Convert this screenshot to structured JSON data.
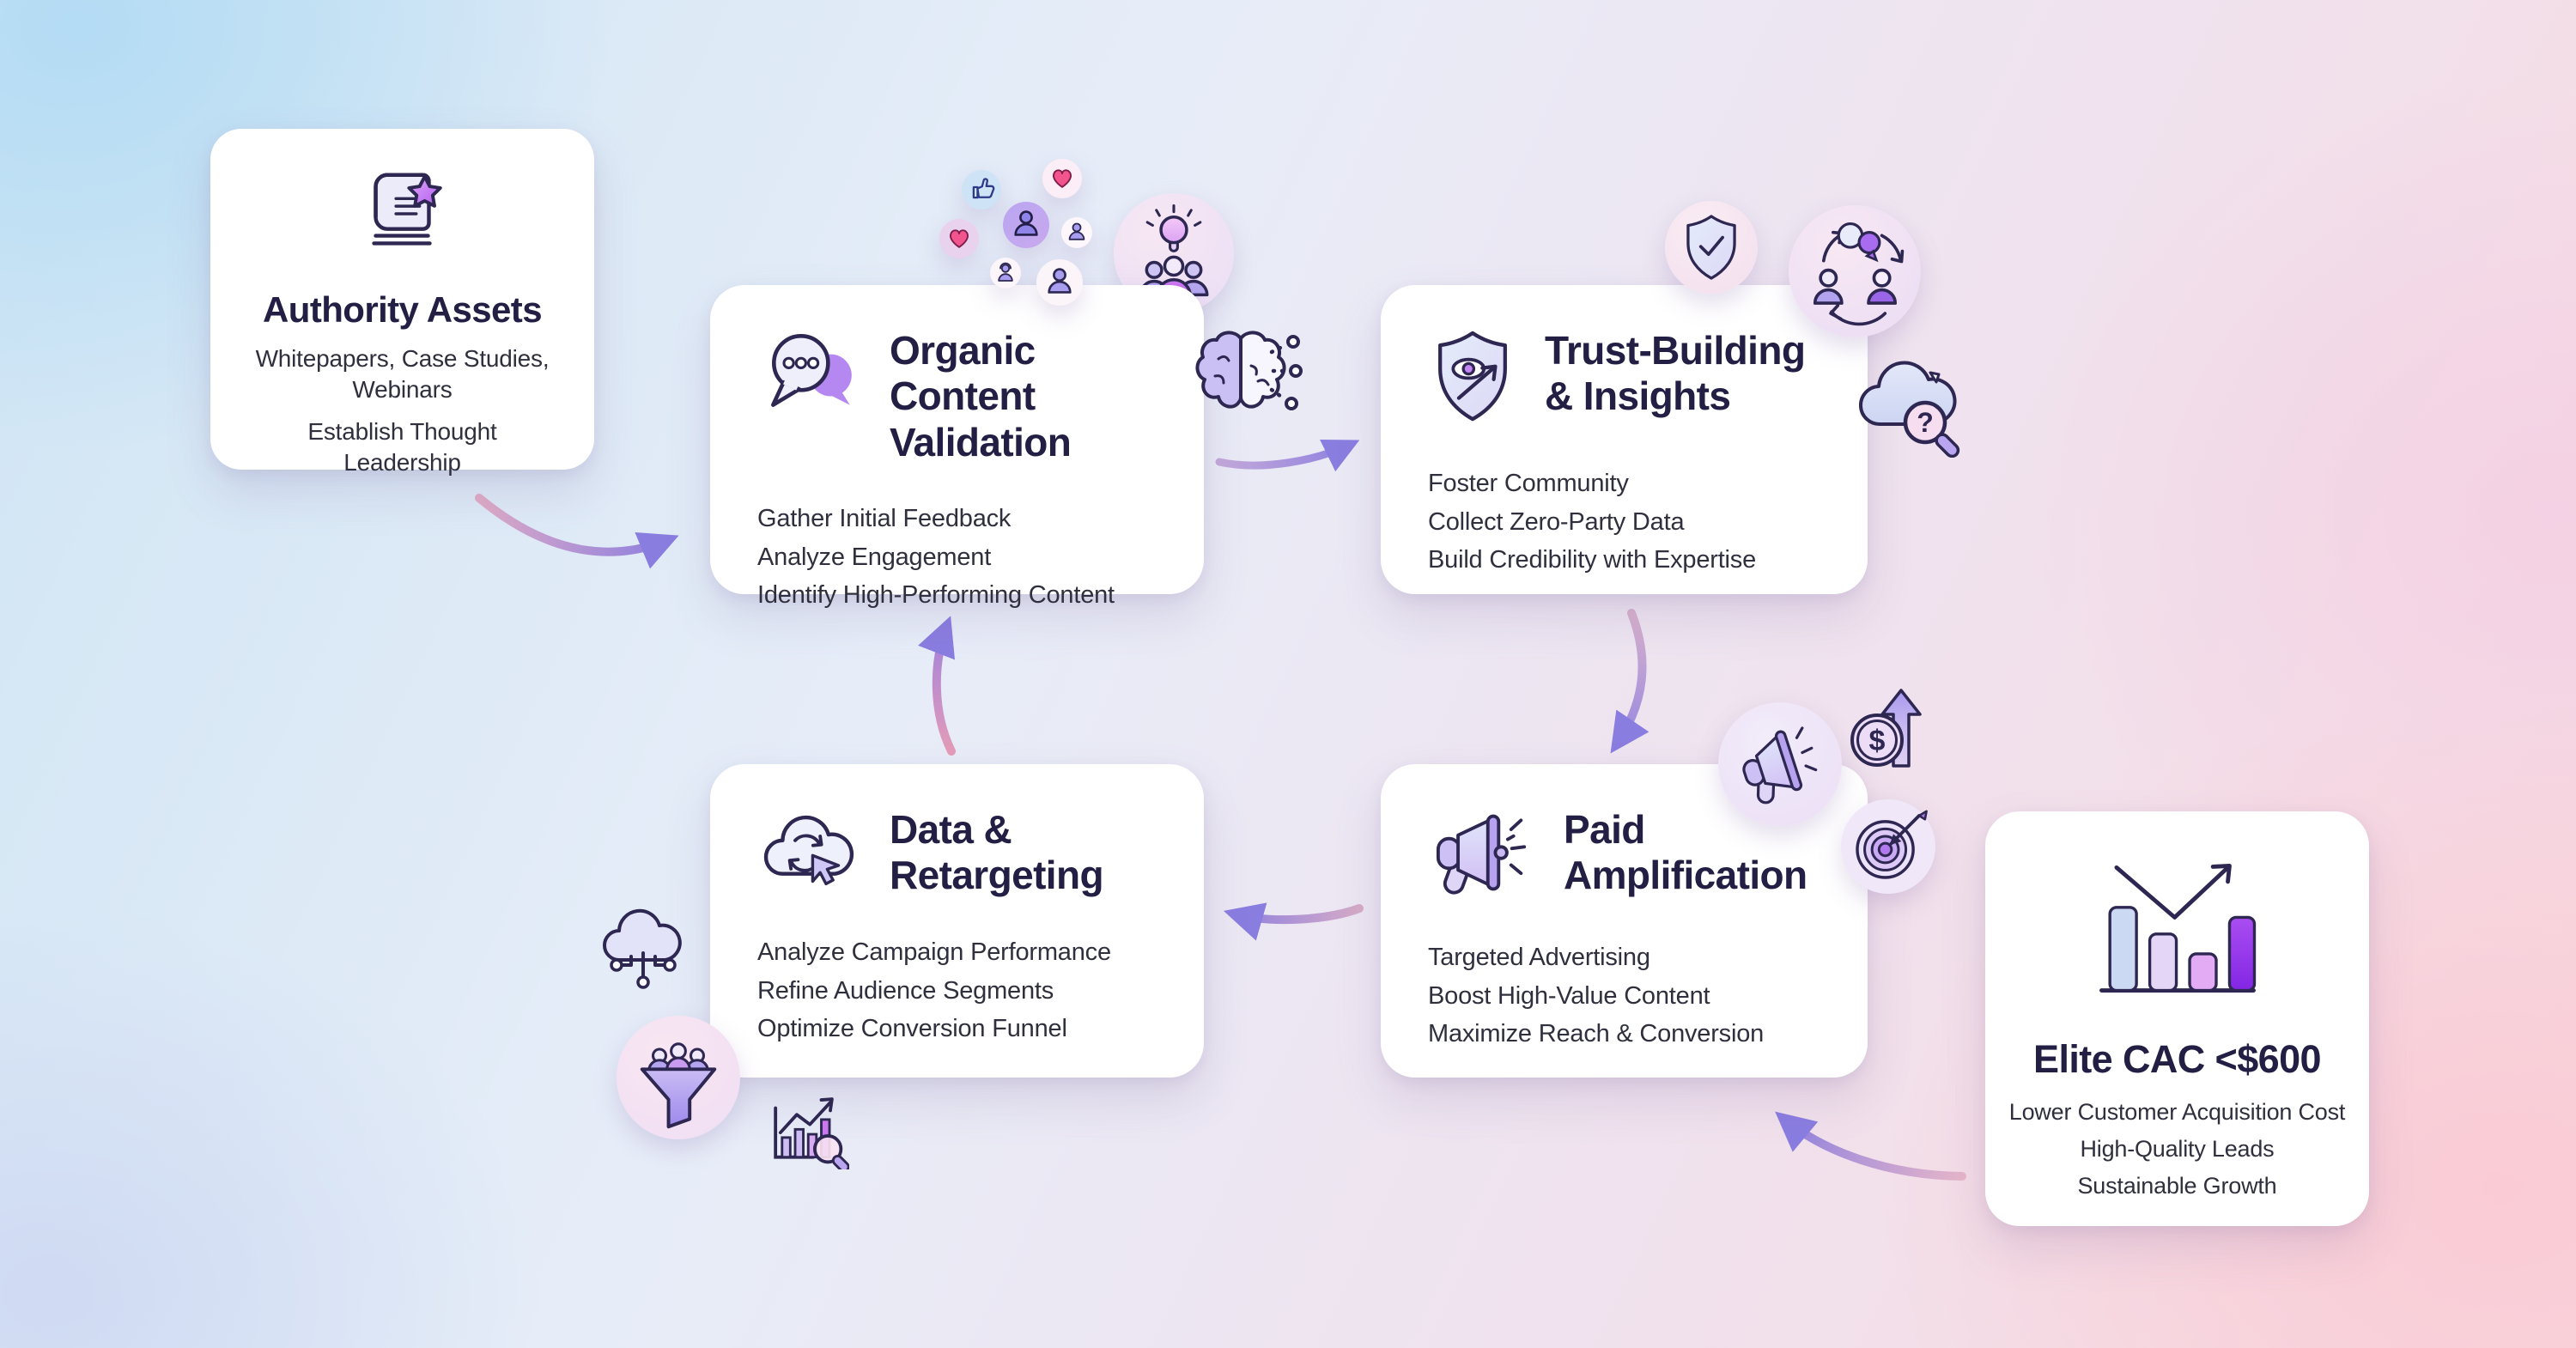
{
  "diagram_title": "Content-led growth loop diagram",
  "colors": {
    "card_bg": "#ffffff",
    "title_text": "#221e44",
    "body_text": "#2f2f3d",
    "arrow_purple": "#8a7de0",
    "arrow_pink_tail": "#e0a9c4",
    "accent_purple": "#a855f7",
    "accent_pink": "#f2558e",
    "bg_blue": "#cfe5f4",
    "bg_pink": "#f8d9df"
  },
  "cards": [
    {
      "id": "authority-assets",
      "icon": "book-star-icon",
      "title": "Authority Assets",
      "lines": [
        "Whitepapers, Case Studies, Webinars",
        "Establish Thought Leadership"
      ]
    },
    {
      "id": "organic-content-validation",
      "icon": "chat-bubbles-icon",
      "title": "Organic Content Validation",
      "title_lines": [
        "Organic Content",
        "Validation"
      ],
      "lines": [
        "Gather Initial Feedback",
        "Analyze Engagement",
        "Identify High-Performing Content"
      ]
    },
    {
      "id": "trust-building-insights",
      "icon": "shield-eye-arrow-icon",
      "title": "Trust-Building & Insights",
      "title_lines": [
        "Trust-Building",
        "& Insights"
      ],
      "lines": [
        "Foster Community",
        "Collect Zero-Party Data",
        "Build Credibility with Expertise"
      ]
    },
    {
      "id": "data-retargeting",
      "icon": "cloud-retargeting-icon",
      "title": "Data & Retargeting",
      "title_lines": [
        "Data &",
        "Retargeting"
      ],
      "lines": [
        "Analyze Campaign Performance",
        "Refine Audience Segments",
        "Optimize Conversion Funnel"
      ]
    },
    {
      "id": "paid-amplification",
      "icon": "megaphone-icon",
      "title": "Paid Amplification",
      "title_lines": [
        "Paid",
        "Amplification"
      ],
      "lines": [
        "Targeted Advertising",
        "Boost High-Value Content",
        "Maximize Reach & Conversion"
      ]
    },
    {
      "id": "elite-cac",
      "icon": "bar-chart-growth-icon",
      "title": "Elite CAC <$600",
      "lines": [
        "Lower Customer Acquisition Cost",
        "High-Quality Leads",
        "Sustainable Growth"
      ]
    }
  ],
  "decorations": [
    "thumbs-up-icon",
    "heart-icon",
    "heart-icon",
    "user-icon",
    "user-icon",
    "user-headset-icon",
    "user-icon",
    "lightbulb-team-icon",
    "brain-network-icon",
    "shield-check-icon",
    "community-chat-cycle-icon",
    "cloud-search-question-icon",
    "megaphone-icon",
    "dollar-growth-icon",
    "target-dart-icon",
    "cloud-network-icon",
    "funnel-users-icon",
    "chart-magnifier-icon"
  ],
  "arrows": [
    "authority-to-organic",
    "organic-to-trust",
    "trust-to-paid",
    "paid-to-data",
    "data-to-organic",
    "cac-to-paid"
  ],
  "magnifier_question_mark": "?",
  "coin_symbol": "$"
}
